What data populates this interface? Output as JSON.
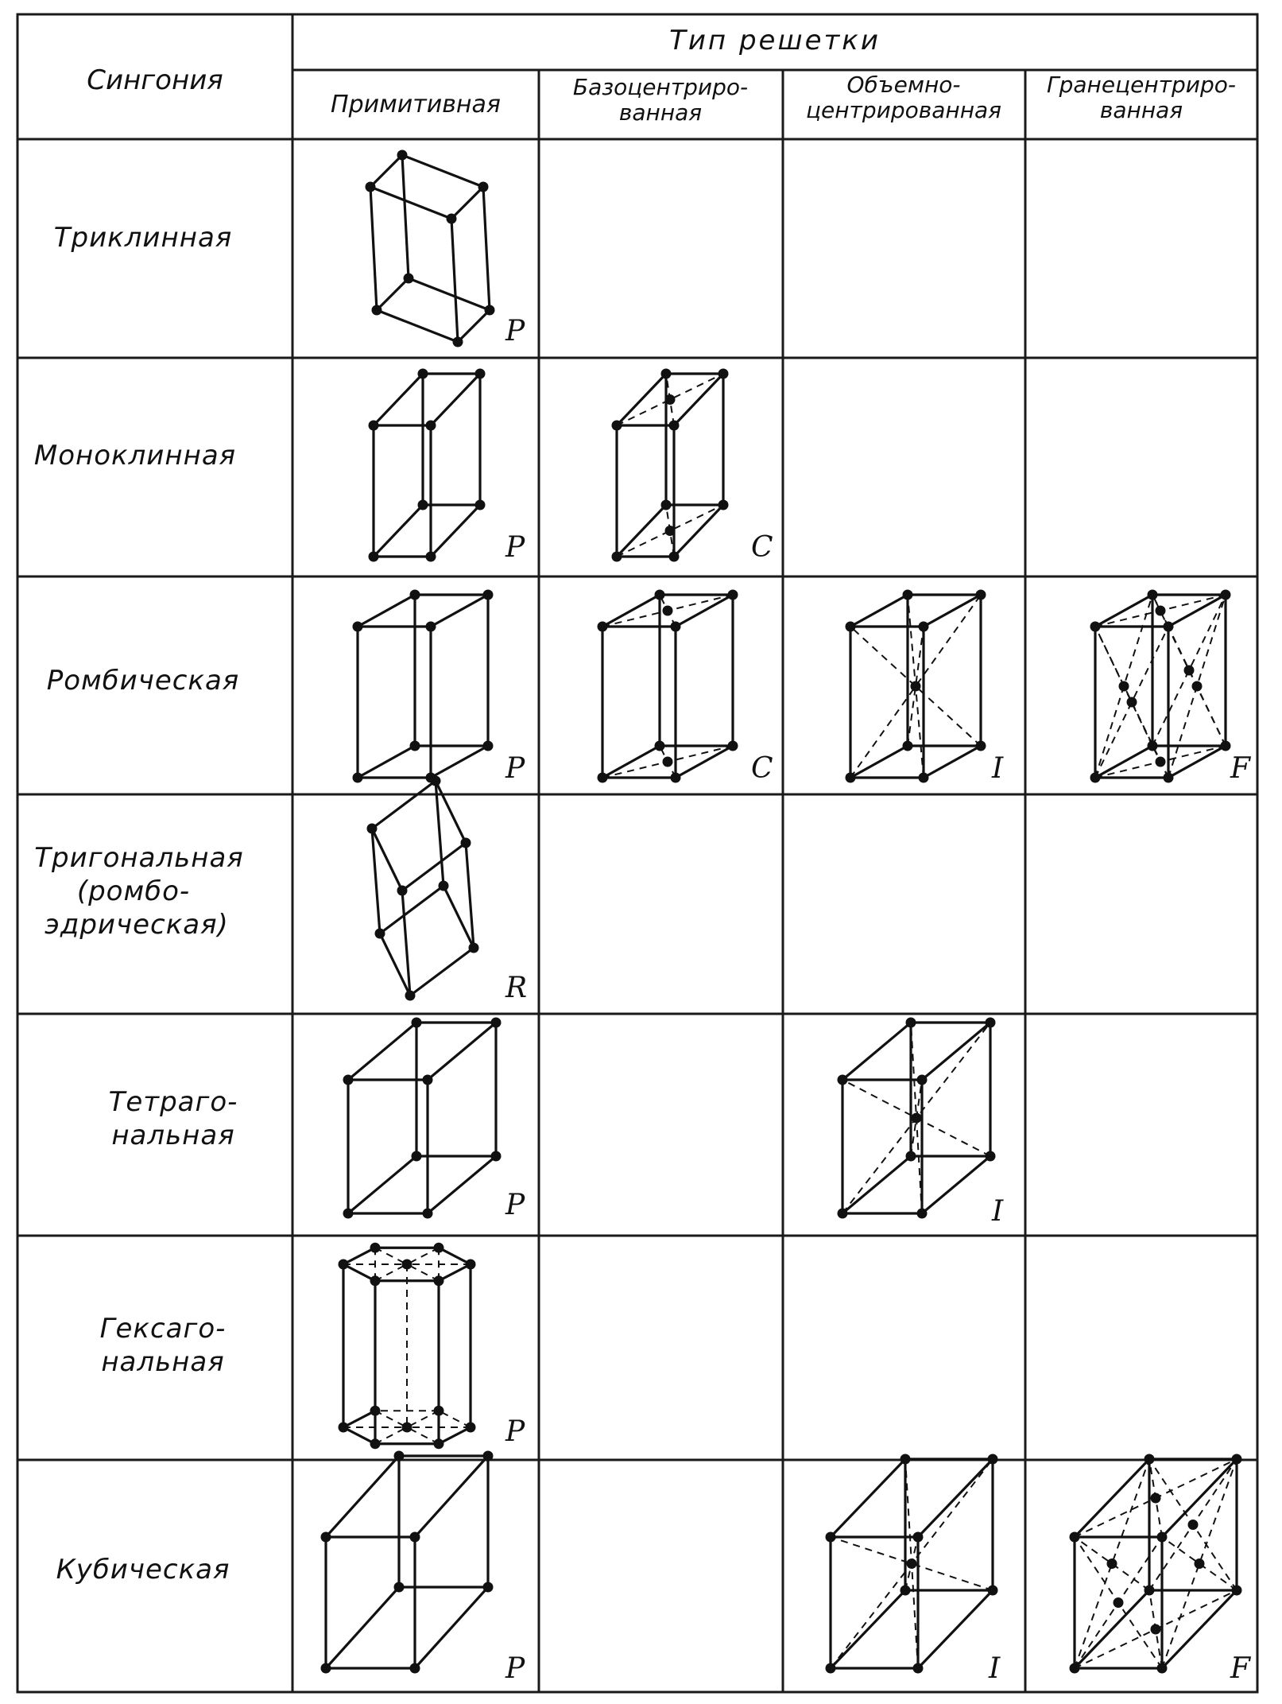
{
  "header": {
    "syngony": "Сингония",
    "lattice_type": "Тип решетки",
    "columns": [
      {
        "id": "primitive",
        "lines": [
          "Примитивная"
        ]
      },
      {
        "id": "base",
        "lines": [
          "Базоцентриро-",
          "ванная"
        ]
      },
      {
        "id": "body",
        "lines": [
          "Объемно-",
          "центрированная"
        ]
      },
      {
        "id": "face",
        "lines": [
          "Гранецентриро-",
          "ванная"
        ]
      }
    ]
  },
  "rows": [
    {
      "id": "triclinic",
      "lines": [
        "Триклинная"
      ],
      "cells": {
        "primitive": "P"
      }
    },
    {
      "id": "monoclinic",
      "lines": [
        "Моноклинная"
      ],
      "cells": {
        "primitive": "P",
        "base": "C"
      }
    },
    {
      "id": "orthorhombic",
      "lines": [
        "Ромбическая"
      ],
      "cells": {
        "primitive": "P",
        "base": "C",
        "body": "I",
        "face": "F"
      }
    },
    {
      "id": "trigonal",
      "lines": [
        "Тригональная",
        "(ромбо-",
        "эдрическая)"
      ],
      "cells": {
        "primitive": "R"
      }
    },
    {
      "id": "tetragonal",
      "lines": [
        "Тетраго-",
        "нальная"
      ],
      "cells": {
        "primitive": "P",
        "body": "I"
      }
    },
    {
      "id": "hexagonal",
      "lines": [
        "Гексаго-",
        "нальная"
      ],
      "cells": {
        "primitive": "P"
      }
    },
    {
      "id": "cubic",
      "lines": [
        "Кубическая"
      ],
      "cells": {
        "primitive": "P",
        "body": "I",
        "face": "F"
      }
    }
  ]
}
